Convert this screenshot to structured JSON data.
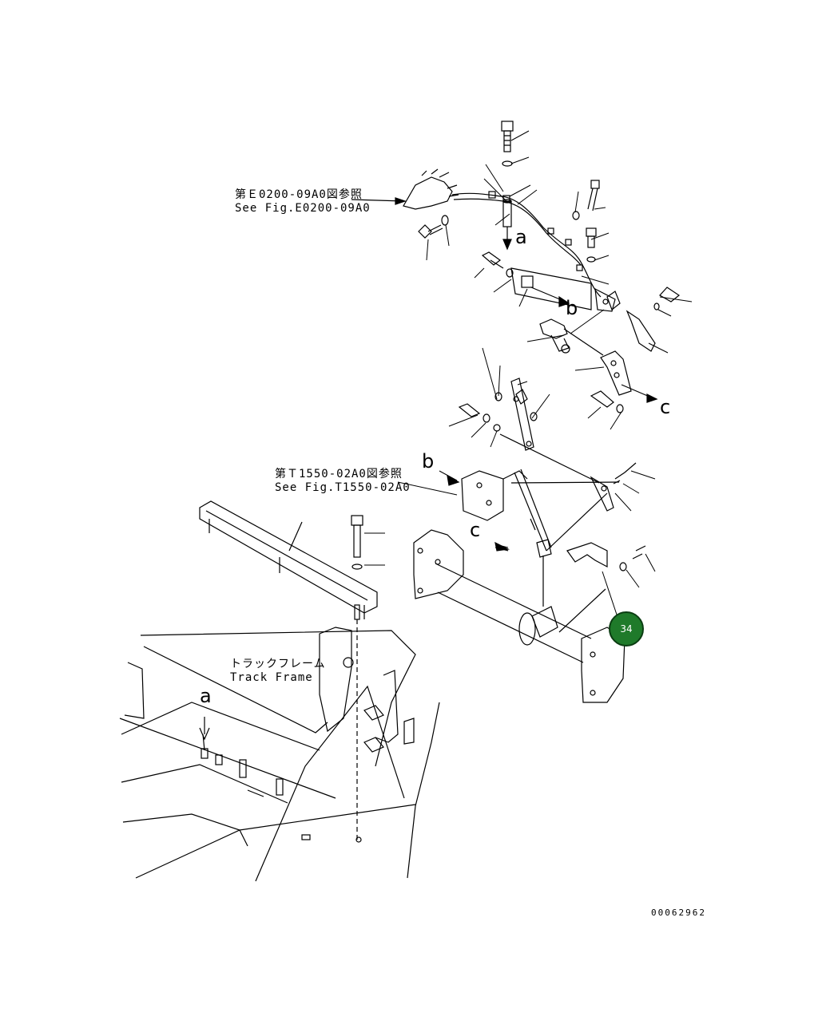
{
  "references": {
    "ref1_jp": "第Ｅ0200-09A0図参照",
    "ref1_en": "See Fig.E0200-09A0",
    "ref2_jp": "第Ｔ1550-02A0図参照",
    "ref2_en": "See Fig.T1550-02A0"
  },
  "frame_label": {
    "jp": "トラックフレーム",
    "en": "Track Frame"
  },
  "connectors": {
    "a": "a",
    "b": "b",
    "c": "c"
  },
  "callout": {
    "part_number": "34",
    "color": "#1f7a2a"
  },
  "document_number": "00062962"
}
